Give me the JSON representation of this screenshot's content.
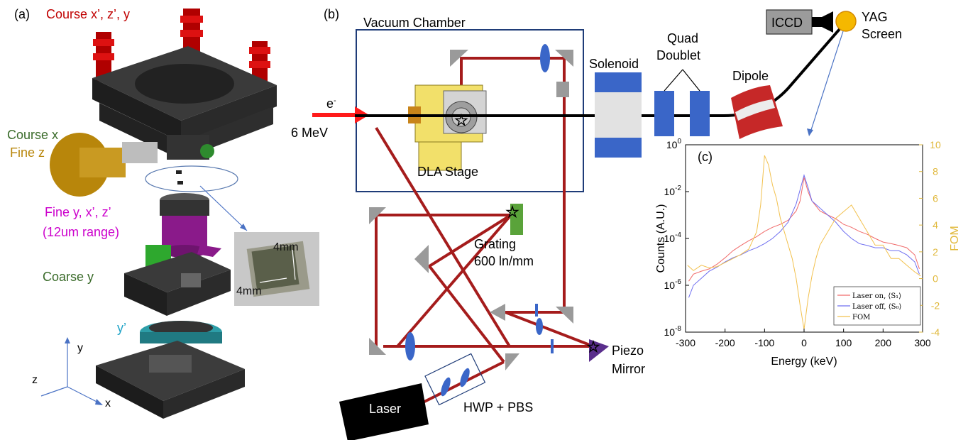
{
  "panel_a": {
    "tag": "(a)",
    "coarse_xzy": "Course x’, z’, y",
    "course_x": "Course x",
    "fine_z": "Fine z",
    "fine_y": "Fine y, x’, z’",
    "range": "(12um range)",
    "coarse_y": "Coarse y",
    "y_prime": "y’",
    "dim1": "4mm",
    "dim2": "4mm",
    "axis_y": "y",
    "axis_z": "z",
    "axis_x": "x"
  },
  "panel_b": {
    "tag": "(b)",
    "vacuum": "Vacuum Chamber",
    "e_minus": "e",
    "e_sup": "-",
    "energy": "6 MeV",
    "dla": "DLA Stage",
    "solenoid": "Solenoid",
    "quad1": "Quad",
    "quad2": "Doublet",
    "dipole": "Dipole",
    "iccd": "ICCD",
    "yag1": "YAG",
    "yag2": "Screen",
    "grating1": "Grating",
    "grating2": "600 ln/mm",
    "piezo1": "Piezo",
    "piezo2": "Mirror",
    "laser": "Laser",
    "hwp": "HWP + PBS"
  },
  "chart_data": {
    "tag": "(c)",
    "type": "line",
    "xlabel": "Energy (keV)",
    "ylabel": "Counts (A.U.)",
    "ylabel_right": "FOM",
    "xlim": [
      -300,
      300
    ],
    "ylim_log": [
      1e-08,
      1
    ],
    "ylim_right": [
      -4,
      10
    ],
    "x_ticks": [
      "-300",
      "-200",
      "-100",
      "0",
      "100",
      "200",
      "300"
    ],
    "y_ticks_left": [
      {
        "base": "10",
        "exp": "0"
      },
      {
        "base": "10",
        "exp": "-2"
      },
      {
        "base": "10",
        "exp": "-4"
      },
      {
        "base": "10",
        "exp": "-6"
      },
      {
        "base": "10",
        "exp": "-8"
      }
    ],
    "y_ticks_right": [
      "10",
      "8",
      "6",
      "4",
      "2",
      "0",
      "-2",
      "-4"
    ],
    "legend_position": "bottom-right",
    "colors": {
      "laser_on": "#f06a6a",
      "laser_off": "#6f6ff0",
      "fom": "#f2c14e",
      "right_axis": "#e0b83a"
    },
    "series": [
      {
        "name": "Laser on, ⟨S₁⟩",
        "x": [
          -292,
          -280,
          -260,
          -240,
          -220,
          -200,
          -180,
          -160,
          -140,
          -120,
          -100,
          -80,
          -60,
          -40,
          -20,
          -10,
          0,
          10,
          20,
          40,
          60,
          80,
          100,
          120,
          140,
          160,
          180,
          200,
          220,
          240,
          260,
          280,
          292
        ],
        "y": [
          1.5e-06,
          3e-06,
          4e-06,
          5e-06,
          8e-06,
          1.5e-05,
          3e-05,
          5e-05,
          8e-05,
          0.00012,
          0.0002,
          0.0003,
          0.0004,
          0.0006,
          0.0015,
          0.004,
          0.04,
          0.01,
          0.004,
          0.0015,
          0.001,
          0.0007,
          0.0004,
          0.0003,
          0.0002,
          0.00015,
          0.0001,
          7e-05,
          6e-05,
          5e-05,
          4e-05,
          2e-05,
          5e-06
        ]
      },
      {
        "name": "Laser off, ⟨S₀⟩",
        "x": [
          -292,
          -280,
          -260,
          -240,
          -220,
          -200,
          -180,
          -160,
          -140,
          -120,
          -100,
          -80,
          -60,
          -40,
          -20,
          -10,
          0,
          10,
          20,
          40,
          60,
          80,
          100,
          120,
          140,
          160,
          180,
          200,
          220,
          240,
          260,
          280,
          292
        ],
        "y": [
          3e-07,
          1e-06,
          2e-06,
          4e-06,
          6e-06,
          1e-05,
          1.5e-05,
          2e-05,
          3e-05,
          4e-05,
          6e-05,
          0.0001,
          0.0002,
          0.0005,
          0.003,
          0.012,
          0.05,
          0.015,
          0.004,
          0.002,
          0.001,
          0.0005,
          0.0002,
          0.0001,
          6e-05,
          5e-05,
          4e-05,
          4e-05,
          3e-05,
          3e-05,
          2e-05,
          1e-05,
          3e-06
        ]
      },
      {
        "name": "FOM",
        "x": [
          -295,
          -280,
          -260,
          -240,
          -220,
          -200,
          -180,
          -160,
          -140,
          -120,
          -110,
          -100,
          -90,
          -80,
          -70,
          -60,
          -50,
          -40,
          -30,
          -20,
          -10,
          0,
          10,
          20,
          30,
          40,
          50,
          60,
          80,
          100,
          120,
          140,
          160,
          180,
          200,
          220,
          240,
          260,
          280,
          295
        ],
        "y": [
          1.0,
          0.6,
          1.0,
          0.8,
          0.9,
          1.2,
          1.5,
          1.8,
          2.2,
          3.5,
          5.5,
          9.2,
          8.5,
          7.0,
          6.0,
          4.5,
          3.5,
          2.5,
          1.5,
          0.0,
          -2.0,
          -3.8,
          -1.5,
          0.2,
          1.5,
          2.5,
          3.0,
          3.5,
          4.5,
          5.0,
          5.5,
          4.5,
          3.5,
          2.5,
          2.5,
          1.5,
          1.5,
          1.0,
          0.5,
          0.2
        ]
      }
    ]
  }
}
